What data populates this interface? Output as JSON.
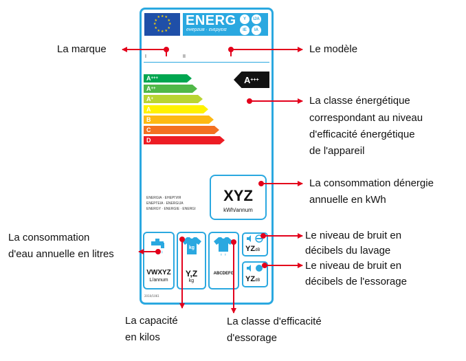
{
  "energy_label": {
    "header_word": "ENERG",
    "header_sub": "енергия · ενεργεια",
    "header_circles": [
      "Y",
      "IJA",
      "IE",
      "IA"
    ],
    "supplier_tick": "I",
    "model_tick": "II",
    "classes": [
      {
        "label": "A",
        "sup": "+++",
        "color": "#00a650"
      },
      {
        "label": "A",
        "sup": "++",
        "color": "#50b848"
      },
      {
        "label": "A",
        "sup": "+",
        "color": "#b9d432"
      },
      {
        "label": "A",
        "sup": "",
        "color": "#fff200"
      },
      {
        "label": "B",
        "sup": "",
        "color": "#fdb913"
      },
      {
        "label": "C",
        "sup": "",
        "color": "#f37021"
      },
      {
        "label": "D",
        "sup": "",
        "color": "#ed1c24"
      }
    ],
    "rating": {
      "label": "A",
      "sup": "+++"
    },
    "energy_languages": [
      "ENERGIA · ЕНЕРГИЯ",
      "ΕΝΕΡΓΕΙΑ · ENERGIJA",
      "ENERGY · ENERGIE · ENERGI"
    ],
    "consumption": {
      "value": "XYZ",
      "unit": "kWh/annum"
    },
    "water": {
      "value": "VWXYZ",
      "unit": "L/annum"
    },
    "capacity": {
      "value": "Y,Z",
      "unit": "kg",
      "icon_text": "kg"
    },
    "spin_class": {
      "value": "ABCDEFG"
    },
    "noise_wash": {
      "value": "YZ",
      "unit": "dB"
    },
    "noise_spin": {
      "value": "YZ",
      "unit": "dB"
    },
    "footer": "2010/1061"
  },
  "callouts": {
    "brand": "La marque",
    "model": "Le modèle",
    "class_line1": "La classe énergétique",
    "class_line2": "correspondant au niveau",
    "class_line3": "d'efficacité énergétique",
    "class_line4": "de l'appareil",
    "consumption_line1": "La consommation dénergie",
    "consumption_line2": "annuelle en kWh",
    "water_line1": "La consommation",
    "water_line2": "d'eau annuelle en litres",
    "noise_wash_line1": "Le niveau de bruit en",
    "noise_wash_line2": "décibels du lavage",
    "noise_spin_line1": "Le niveau de bruit en",
    "noise_spin_line2": "décibels de l'essorage",
    "capacity_line1": "La capacité",
    "capacity_line2": "en kilos",
    "spin_line1": "La classe d'efficacité",
    "spin_line2": "d'essorage"
  },
  "colors": {
    "label_border": "#2aa8e0",
    "eu_blue": "#1f4fa8",
    "callout_arrow": "#e3001b"
  }
}
